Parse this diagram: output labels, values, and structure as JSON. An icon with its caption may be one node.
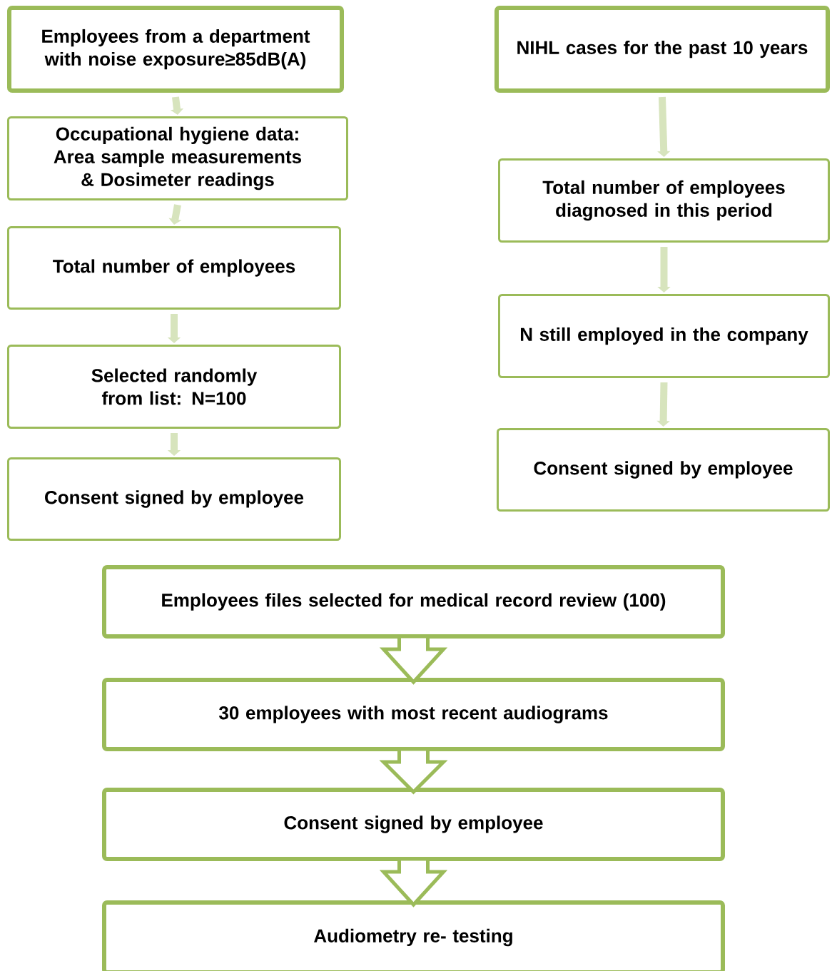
{
  "diagram": {
    "nodes": [
      {
        "text": [
          "Employees from a department with noise exposure≥85dB(A)"
        ]
      },
      {
        "text": [
          "Occupational hygiene data: Area sample measurements & Dosimeter readings"
        ]
      },
      {
        "text": [
          "Total number of employees"
        ]
      },
      {
        "text": [
          "Selected randomly from list: N=100"
        ]
      },
      {
        "text": [
          "Consent signed by employee"
        ]
      },
      {
        "text": [
          "NIHL cases for the past 10 years"
        ]
      },
      {
        "text": [
          "Total number of employees diagnosed in this period"
        ]
      },
      {
        "text": [
          "N still employed in the company"
        ]
      },
      {
        "text": [
          "Consent signed by employee"
        ]
      },
      {
        "text": [
          "Employees files selected for medical record review (100)"
        ]
      },
      {
        "text": [
          "30 employees with most recent audiograms"
        ]
      },
      {
        "text": [
          "Consent signed by employee"
        ]
      },
      {
        "text": [
          "Audiometry re- testing"
        ]
      }
    ],
    "edges": [
      {
        "from": 0,
        "to": 1,
        "arrow": "to"
      },
      {
        "from": 1,
        "to": 2,
        "arrow": "to"
      },
      {
        "from": 2,
        "to": 3,
        "arrow": "to"
      },
      {
        "from": 3,
        "to": 4,
        "arrow": "to"
      },
      {
        "from": 5,
        "to": 6,
        "arrow": "to"
      },
      {
        "from": 6,
        "to": 7,
        "arrow": "to"
      },
      {
        "from": 7,
        "to": 8,
        "arrow": "to"
      },
      {
        "from": 9,
        "to": 10,
        "arrow": "to",
        "style": "thick"
      },
      {
        "from": 10,
        "to": 11,
        "arrow": "to",
        "style": "thick"
      },
      {
        "from": 11,
        "to": 12,
        "arrow": "to",
        "style": "thick"
      }
    ]
  }
}
